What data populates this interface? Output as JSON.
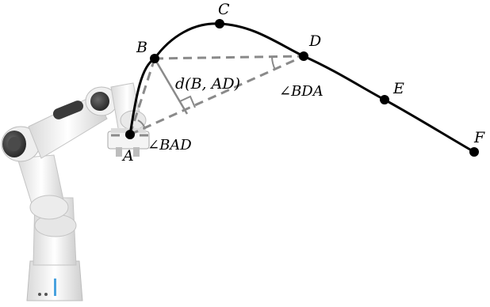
{
  "points": [
    {
      "id": "A",
      "label": "A"
    },
    {
      "id": "B",
      "label": "B"
    },
    {
      "id": "C",
      "label": "C"
    },
    {
      "id": "D",
      "label": "D"
    },
    {
      "id": "E",
      "label": "E"
    },
    {
      "id": "F",
      "label": "F"
    }
  ],
  "annotations": {
    "distance": "d(B, AD)",
    "angle_bda": "∠BDA",
    "angle_bad": "∠BAD"
  },
  "colors": {
    "trajectory": "#000000",
    "construction": "#8a8a8a",
    "robot_body": "#f2f2f2",
    "robot_joint": "#3a3a3a",
    "robot_accent": "#4aa3df"
  },
  "icons": {
    "robot": "robot-arm-icon"
  }
}
